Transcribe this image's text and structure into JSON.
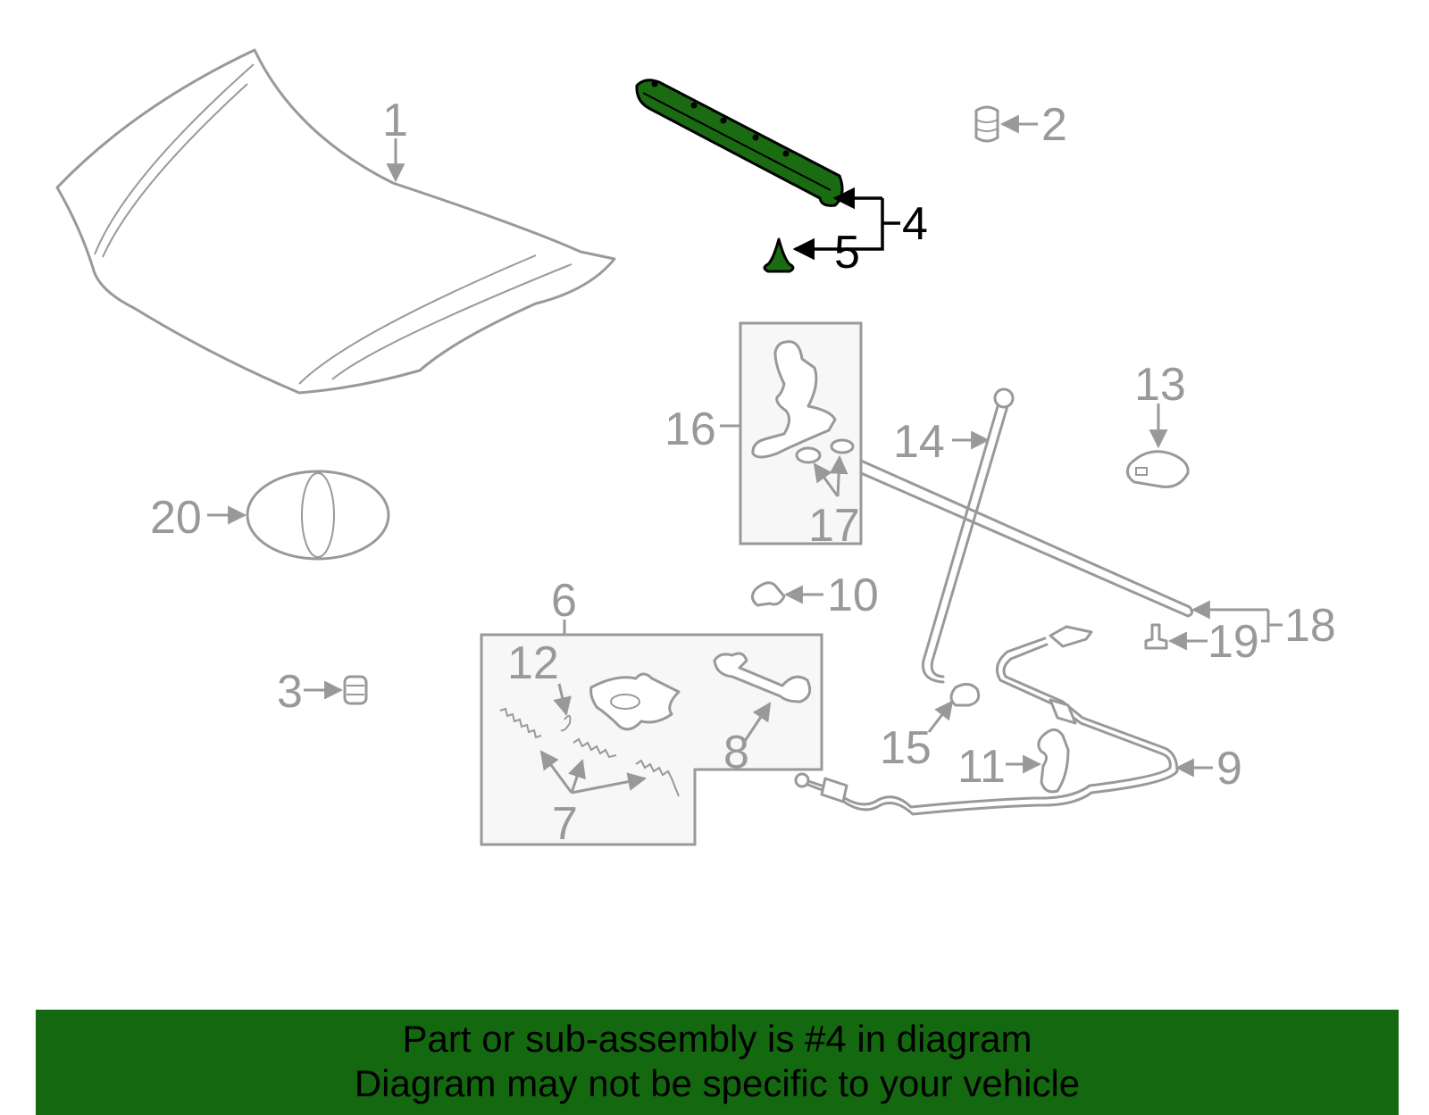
{
  "highlight_color": "#14680f",
  "callouts": {
    "c1": "1",
    "c2": "2",
    "c3": "3",
    "c4": "4",
    "c5": "5",
    "c6": "6",
    "c7": "7",
    "c8": "8",
    "c9": "9",
    "c10": "10",
    "c11": "11",
    "c12": "12",
    "c13": "13",
    "c14": "14",
    "c15": "15",
    "c16": "16",
    "c17": "17",
    "c18": "18",
    "c19": "19",
    "c20": "20"
  },
  "banner": {
    "line1": "Part or sub-assembly is #4 in diagram",
    "line2": "Diagram may not be specific to your vehicle"
  }
}
